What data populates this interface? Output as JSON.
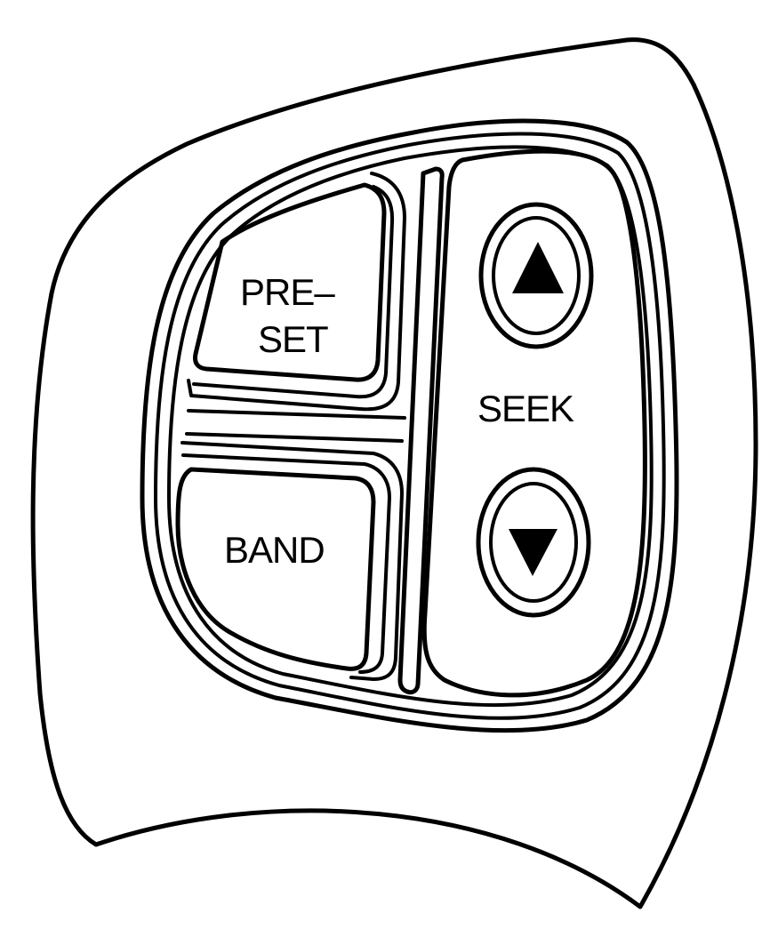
{
  "panel": {
    "preset_line1": "PRE–",
    "preset_line2": "SET",
    "band_label": "BAND",
    "seek_label": "SEEK",
    "seek_up_icon": "triangle-up-icon",
    "seek_down_icon": "triangle-down-icon"
  },
  "colors": {
    "line": "#000000",
    "background": "#ffffff"
  }
}
